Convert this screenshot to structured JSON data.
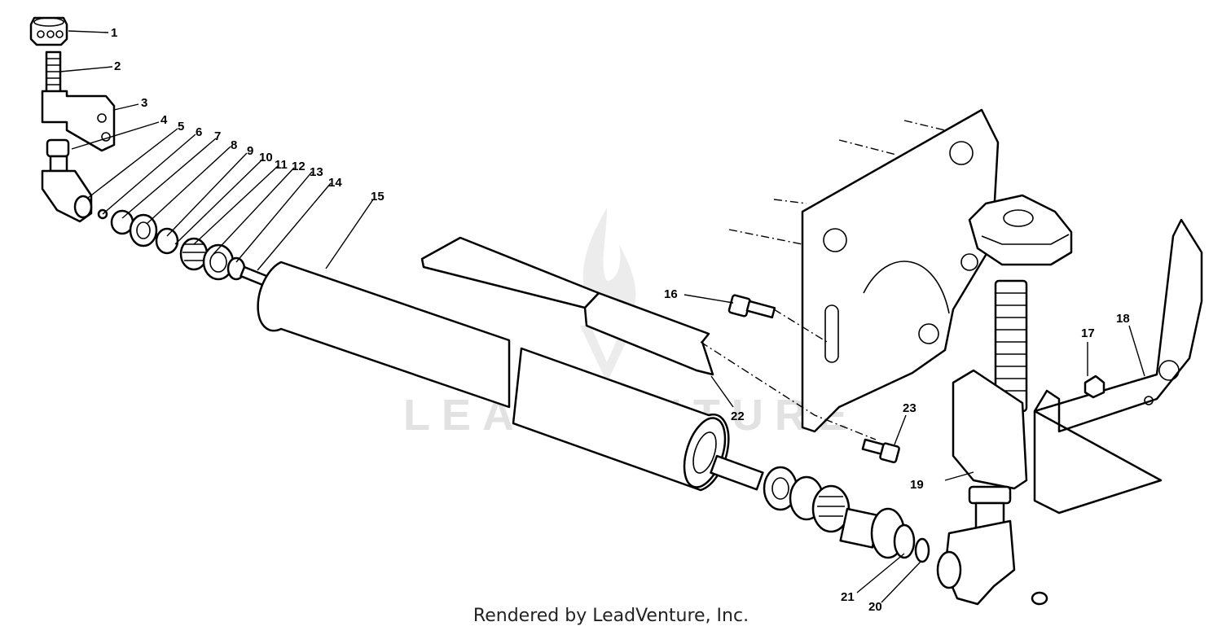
{
  "watermark": {
    "text": "LEADVENTURE"
  },
  "footer": {
    "text": "Rendered by LeadVenture, Inc."
  },
  "callouts": [
    "1",
    "2",
    "3",
    "4",
    "5",
    "6",
    "7",
    "8",
    "9",
    "10",
    "11",
    "12",
    "13",
    "14",
    "15",
    "16",
    "17",
    "18",
    "19",
    "20",
    "21",
    "22",
    "23"
  ]
}
